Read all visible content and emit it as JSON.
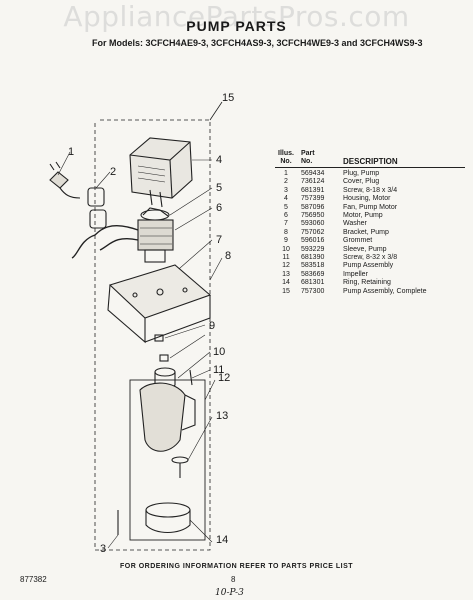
{
  "watermark": "AppliancePartsPros.com",
  "title": "PUMP PARTS",
  "models_text": "For Models: 3CFCH4AE9-3, 3CFCH4AS9-3, 3CFCH4WE9-3 and 3CFCH4WS9-3",
  "callouts": [
    "1",
    "2",
    "3",
    "4",
    "5",
    "6",
    "7",
    "8",
    "9",
    "10",
    "11",
    "12",
    "13",
    "14",
    "15"
  ],
  "table": {
    "header": {
      "illus_1": "Illus.",
      "illus_2": "No.",
      "part_1": "Part",
      "part_2": "No.",
      "desc": "DESCRIPTION"
    },
    "rows": [
      {
        "no": "1",
        "part": "569434",
        "desc": "Plug, Pump"
      },
      {
        "no": "2",
        "part": "736124",
        "desc": "Cover, Plug"
      },
      {
        "no": "3",
        "part": "681391",
        "desc": "Screw, 8-18 x 3/4"
      },
      {
        "no": "4",
        "part": "757399",
        "desc": "Housing, Motor"
      },
      {
        "no": "5",
        "part": "587096",
        "desc": "Fan, Pump Motor"
      },
      {
        "no": "6",
        "part": "756950",
        "desc": "Motor, Pump"
      },
      {
        "no": "7",
        "part": "593060",
        "desc": "Washer"
      },
      {
        "no": "8",
        "part": "757062",
        "desc": "Bracket, Pump"
      },
      {
        "no": "9",
        "part": "596016",
        "desc": "Grommet"
      },
      {
        "no": "10",
        "part": "593229",
        "desc": "Sleeve, Pump"
      },
      {
        "no": "11",
        "part": "681390",
        "desc": "Screw, 8-32 x 3/8"
      },
      {
        "no": "12",
        "part": "583518",
        "desc": "Pump Assembly"
      },
      {
        "no": "13",
        "part": "583669",
        "desc": "Impeller"
      },
      {
        "no": "14",
        "part": "681301",
        "desc": "Ring, Retaining"
      },
      {
        "no": "15",
        "part": "757300",
        "desc": "Pump Assembly, Complete"
      }
    ]
  },
  "footer": "FOR ORDERING INFORMATION REFER TO PARTS PRICE LIST",
  "code": "877382",
  "page_number": "8",
  "handwritten": "10-P-3"
}
